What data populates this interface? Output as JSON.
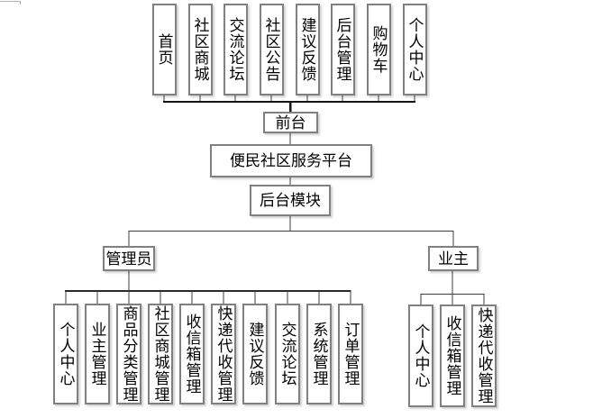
{
  "figure": {
    "platform": "便民社区服务平台",
    "frontend": {
      "label": "前台",
      "modules": [
        "首页",
        "社区商城",
        "交流论坛",
        "社区公告",
        "建议反馈",
        "后台管理",
        "购物车",
        "个人中心"
      ]
    },
    "backend": {
      "label": "后台模块",
      "roles": [
        {
          "label": "管理员",
          "modules": [
            "个人中心",
            "业主管理",
            "商品分类管理",
            "社区商城管理",
            "收信箱管理",
            "快递代收管理",
            "建议反馈",
            "交流论坛",
            "系统管理",
            "订单管理"
          ]
        },
        {
          "label": "业主",
          "modules": [
            "个人中心",
            "收信箱管理",
            "快递代收管理"
          ]
        }
      ]
    },
    "colors": {
      "box_border": "#808080",
      "line": "#3d3d3d",
      "line_bold": "#141414",
      "text": "#000000",
      "background": "#ffffff"
    }
  }
}
